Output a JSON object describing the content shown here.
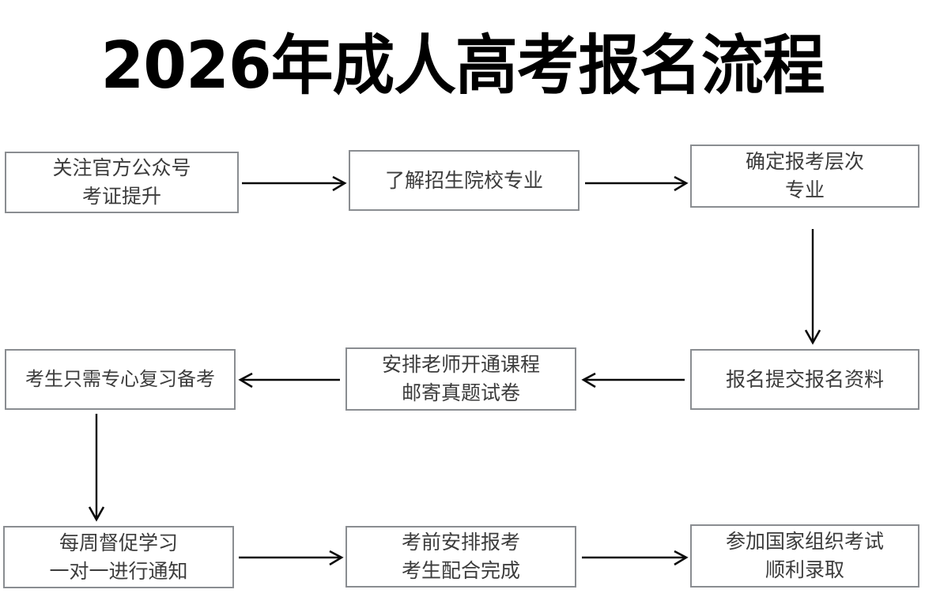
{
  "page": {
    "title": "2026年成人高考报名流程",
    "background_color": "#ffffff",
    "box_border_color": "#8a8d91",
    "text_color": "#3c3c3c",
    "arrow_color": "#0a0a0a"
  },
  "nodes": [
    {
      "id": "node-1",
      "lines": [
        "关注官方公众号",
        "考证提升"
      ]
    },
    {
      "id": "node-2",
      "lines": [
        "了解招生院校专业"
      ]
    },
    {
      "id": "node-3",
      "lines": [
        "确定报考层次",
        "专业"
      ]
    },
    {
      "id": "node-4",
      "lines": [
        "考生只需专心复习备考"
      ]
    },
    {
      "id": "node-5",
      "lines": [
        "安排老师开通课程",
        "邮寄真题试卷"
      ]
    },
    {
      "id": "node-6",
      "lines": [
        "报名提交报名资料"
      ]
    },
    {
      "id": "node-7",
      "lines": [
        "每周督促学习",
        "一对一进行通知"
      ]
    },
    {
      "id": "node-8",
      "lines": [
        "考前安排报考",
        "考生配合完成"
      ]
    },
    {
      "id": "node-9",
      "lines": [
        "参加国家组织考试",
        "顺利录取"
      ]
    }
  ],
  "connectors": [
    {
      "from": "node-1",
      "to": "node-2",
      "direction": "right"
    },
    {
      "from": "node-2",
      "to": "node-3",
      "direction": "right"
    },
    {
      "from": "node-3",
      "to": "node-6",
      "direction": "down"
    },
    {
      "from": "node-6",
      "to": "node-5",
      "direction": "left"
    },
    {
      "from": "node-5",
      "to": "node-4",
      "direction": "left"
    },
    {
      "from": "node-4",
      "to": "node-7",
      "direction": "down"
    },
    {
      "from": "node-7",
      "to": "node-8",
      "direction": "right"
    },
    {
      "from": "node-8",
      "to": "node-9",
      "direction": "right"
    }
  ]
}
